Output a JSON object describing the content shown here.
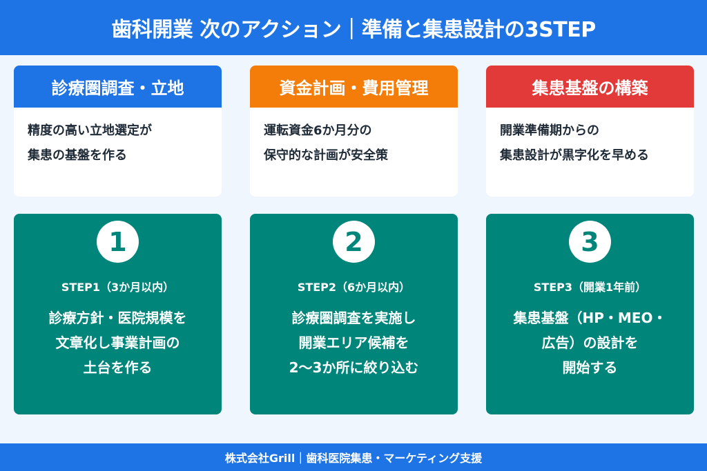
{
  "header": {
    "title": "歯科開業 次のアクション｜準備と集患設計の3STEP"
  },
  "colors": {
    "header_bg": "#1e74e5",
    "page_bg": "#eff6fe",
    "card1_band": "#1e74e5",
    "card2_band": "#f47c08",
    "card3_band": "#e23a39",
    "step_bg": "#00857a",
    "text_dark": "#1f2a37"
  },
  "top_cards": [
    {
      "title": "診療圏調査・立地",
      "lines": [
        "精度の高い立地選定が",
        "集患の基盤を作る"
      ]
    },
    {
      "title": "資金計画・費用管理",
      "lines": [
        "運転資金6か月分の",
        "保守的な計画が安全策"
      ]
    },
    {
      "title": "集患基盤の構築",
      "lines": [
        "開業準備期からの",
        "集患設計が黒字化を早める"
      ]
    }
  ],
  "steps": [
    {
      "number": "1",
      "label": "STEP1（3か月以内）",
      "lines": [
        "診療方針・医院規模を",
        "文章化し事業計画の",
        "土台を作る"
      ]
    },
    {
      "number": "2",
      "label": "STEP2（6か月以内）",
      "lines": [
        "診療圏調査を実施し",
        "開業エリア候補を",
        "2〜3か所に絞り込む"
      ]
    },
    {
      "number": "3",
      "label": "STEP3（開業1年前）",
      "lines": [
        "集患基盤（HP・MEO・",
        "広告）の設計を",
        "開始する"
      ]
    }
  ],
  "footer": {
    "text": "株式会社Grill｜歯科医院集患・マーケティング支援"
  }
}
